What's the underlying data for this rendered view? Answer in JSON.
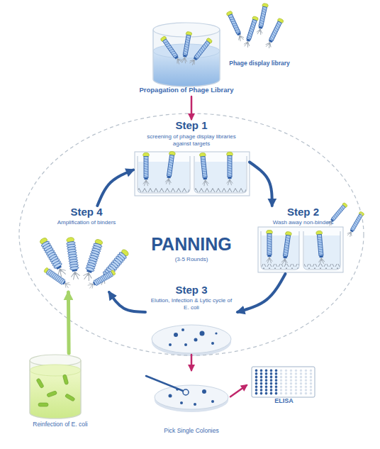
{
  "diagram": {
    "nodes": [
      {
        "text": [
          "Propagation of Phage Library"
        ]
      },
      {
        "text": [
          "PANNING",
          "(3-5 Rounds)"
        ]
      },
      {
        "text": [
          "Step 1",
          "screening of phage display libraries against targets"
        ],
        "in": 1
      },
      {
        "text": [
          "Step 2",
          "Wash away non-binders"
        ],
        "in": 1
      },
      {
        "text": [
          "Step 3",
          "Elution, Infection & Lytic cycle of E. coli"
        ],
        "in": 1
      },
      {
        "text": [
          "Step 4",
          "Amplification of binders"
        ],
        "in": 1
      },
      {
        "text": [
          "Reinfection of E. coli"
        ]
      },
      {
        "text": [
          "Pick Single Colonies"
        ]
      },
      {
        "text": [
          "ELISA"
        ]
      }
    ],
    "edges": [
      {
        "from": 0,
        "to": 2,
        "arrow": "to"
      },
      {
        "from": 2,
        "to": 3,
        "arrow": "to"
      },
      {
        "from": 3,
        "to": 4,
        "arrow": "to"
      },
      {
        "from": 4,
        "to": 5,
        "arrow": "to"
      },
      {
        "from": 5,
        "to": 2,
        "arrow": "to"
      },
      {
        "from": 6,
        "to": 5,
        "arrow": "to"
      },
      {
        "from": 4,
        "to": 7,
        "arrow": "to"
      },
      {
        "from": 7,
        "to": 8,
        "arrow": "to"
      }
    ],
    "labels": [
      "Phage display library"
    ]
  }
}
